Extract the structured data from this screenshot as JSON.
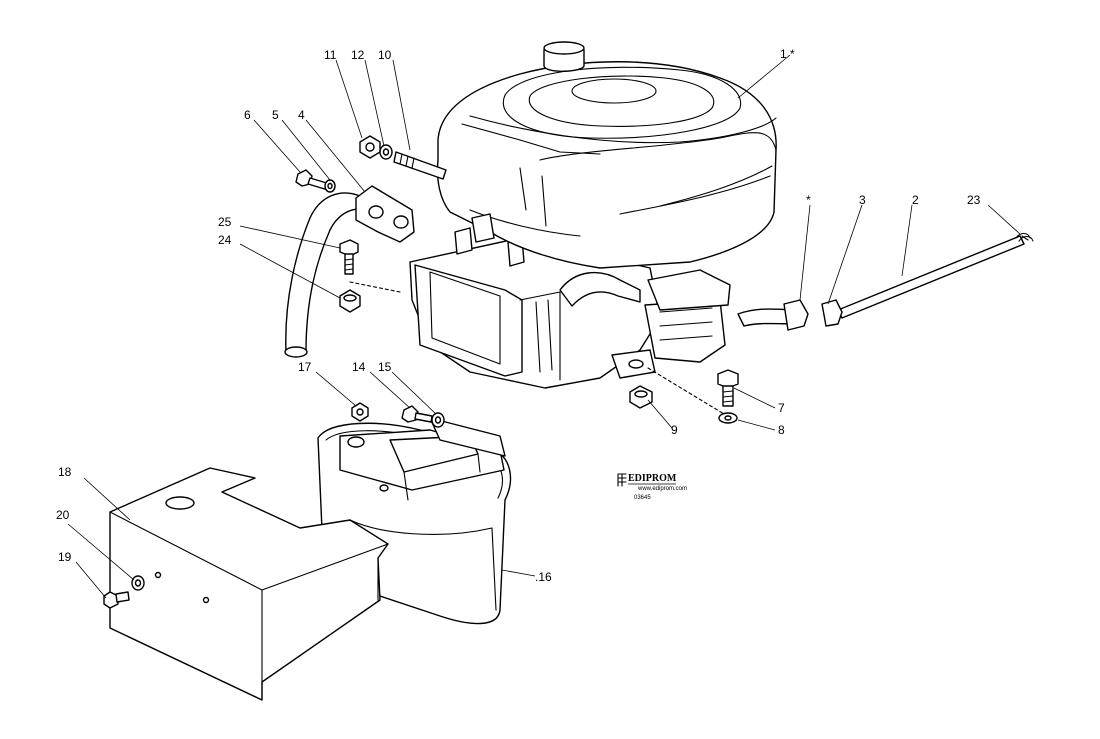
{
  "diagram": {
    "callouts": {
      "c1": "1 *",
      "c2": "2",
      "c3": "3",
      "c4": "4",
      "c5": "5",
      "c6": "6",
      "c7": "7",
      "c8": "8",
      "c9": "9",
      "c10": "10",
      "c11": "11",
      "c12": "12",
      "c14": "14",
      "c15": "15",
      "c16": ".16",
      "c17": "17",
      "c18": "18",
      "c19": "19",
      "c20": "20",
      "c23": "23",
      "c24": "24",
      "c25": "25",
      "cstar": "*"
    },
    "watermark": {
      "brand": "EDIPROM",
      "tagline": "www.ediprom.com",
      "code": "03645"
    }
  }
}
